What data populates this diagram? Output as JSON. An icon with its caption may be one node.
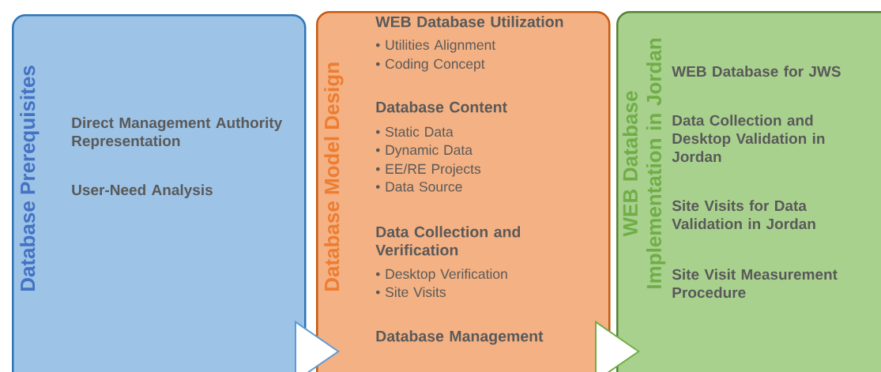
{
  "diagram": {
    "nodes": [
      {
        "text": [
          "Database Prerequisites",
          "Direct Management Authority Representation",
          "User-Need Analysis"
        ]
      },
      {
        "text": [
          "Database Model Design",
          "WEB Database Utilization",
          "• Utilities Alignment",
          "• Coding Concept",
          "Database Content",
          "• Static Data",
          "• Dynamic Data",
          "• EE/RE Projects",
          "• Data Source",
          "Data Collection and Verification",
          "• Desktop Verification",
          "• Site Visits",
          "Database Management"
        ]
      },
      {
        "text": [
          "WEB Database Implementation in Jordan",
          "WEB Database for JWS",
          "Data Collection and Desktop Validation in Jordan",
          "Site Visits for Data Validation in Jordan",
          "Site Visit Measurement Procedure"
        ]
      }
    ],
    "edges": [
      {
        "from": 0,
        "to": 1,
        "arrow": "to",
        "color": "#5b9bd5"
      },
      {
        "from": 1,
        "to": 2,
        "arrow": "to",
        "color": "#70ad47"
      }
    ]
  }
}
